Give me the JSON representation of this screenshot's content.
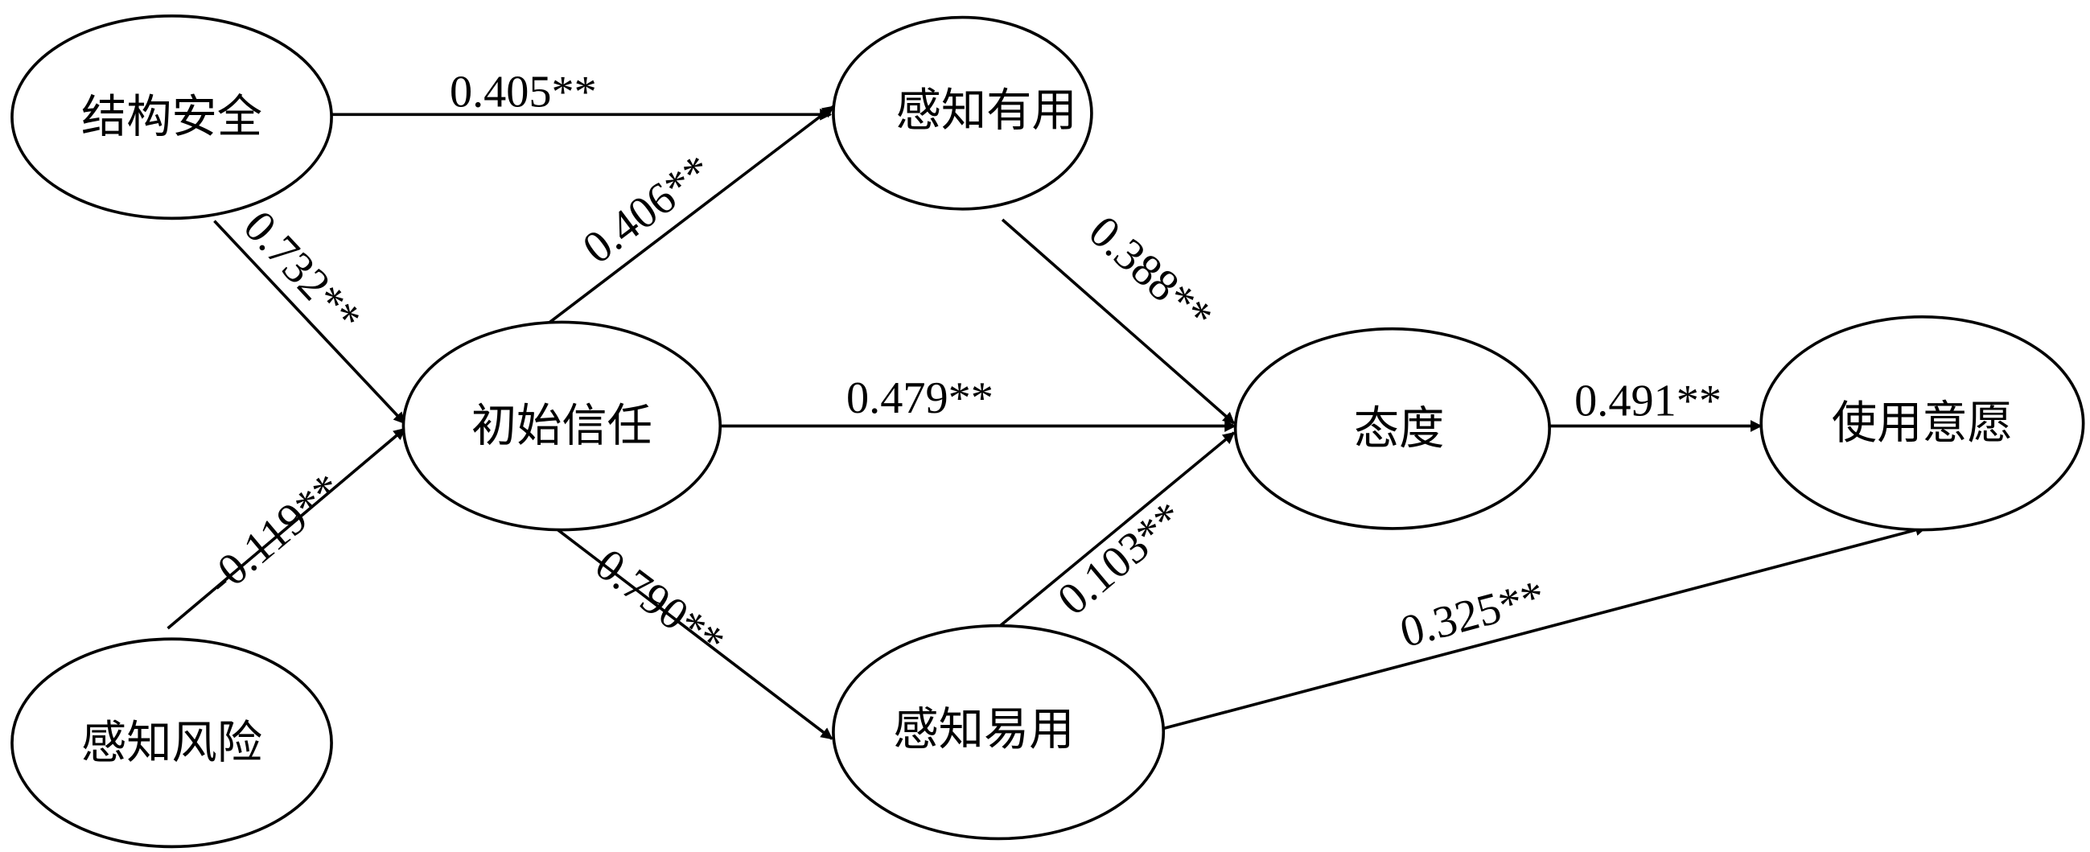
{
  "nodes": {
    "structural_security": "结构安全",
    "perceived_risk": "感知风险",
    "initial_trust": "初始信任",
    "perceived_usefulness": "感知有用",
    "perceived_ease_of_use": "感知易用",
    "attitude": "态度",
    "intention_to_use": "使用意愿"
  },
  "edges": {
    "security_to_usefulness": "0.405**",
    "security_to_trust": "0.732**",
    "risk_to_trust": "-0.119**",
    "trust_to_usefulness": "0.406**",
    "trust_to_attitude": "0.479**",
    "trust_to_ease": "0.790**",
    "usefulness_to_attitude": "0.388**",
    "ease_to_attitude": "0.103**",
    "attitude_to_intention": "0.491**",
    "ease_to_intention": "0.325**"
  }
}
